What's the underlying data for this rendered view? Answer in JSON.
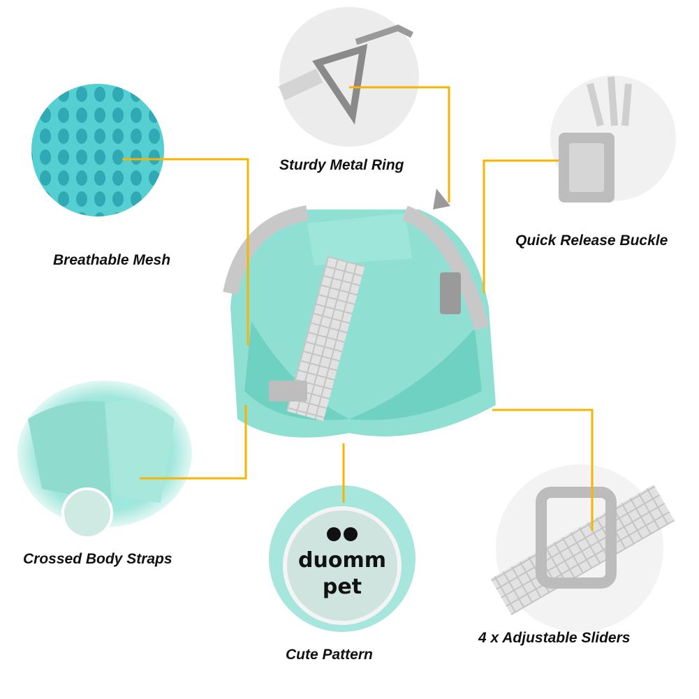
{
  "features": [
    {
      "id": "metal-ring",
      "label": "Sturdy Metal Ring"
    },
    {
      "id": "mesh",
      "label": "Breathable Mesh"
    },
    {
      "id": "buckle",
      "label": "Quick Release Buckle"
    },
    {
      "id": "straps",
      "label": "Crossed Body Straps"
    },
    {
      "id": "pattern",
      "label": "Cute Pattern"
    },
    {
      "id": "sliders",
      "label": "4 x Adjustable Sliders"
    }
  ],
  "badge": {
    "line1": "duomm",
    "line2": "pet"
  },
  "colors": {
    "callout_line": "#f7b500",
    "mint": "#8fe0d2",
    "strap_grey": "#c8c8c8",
    "mesh_teal": "#5fd3d3"
  }
}
